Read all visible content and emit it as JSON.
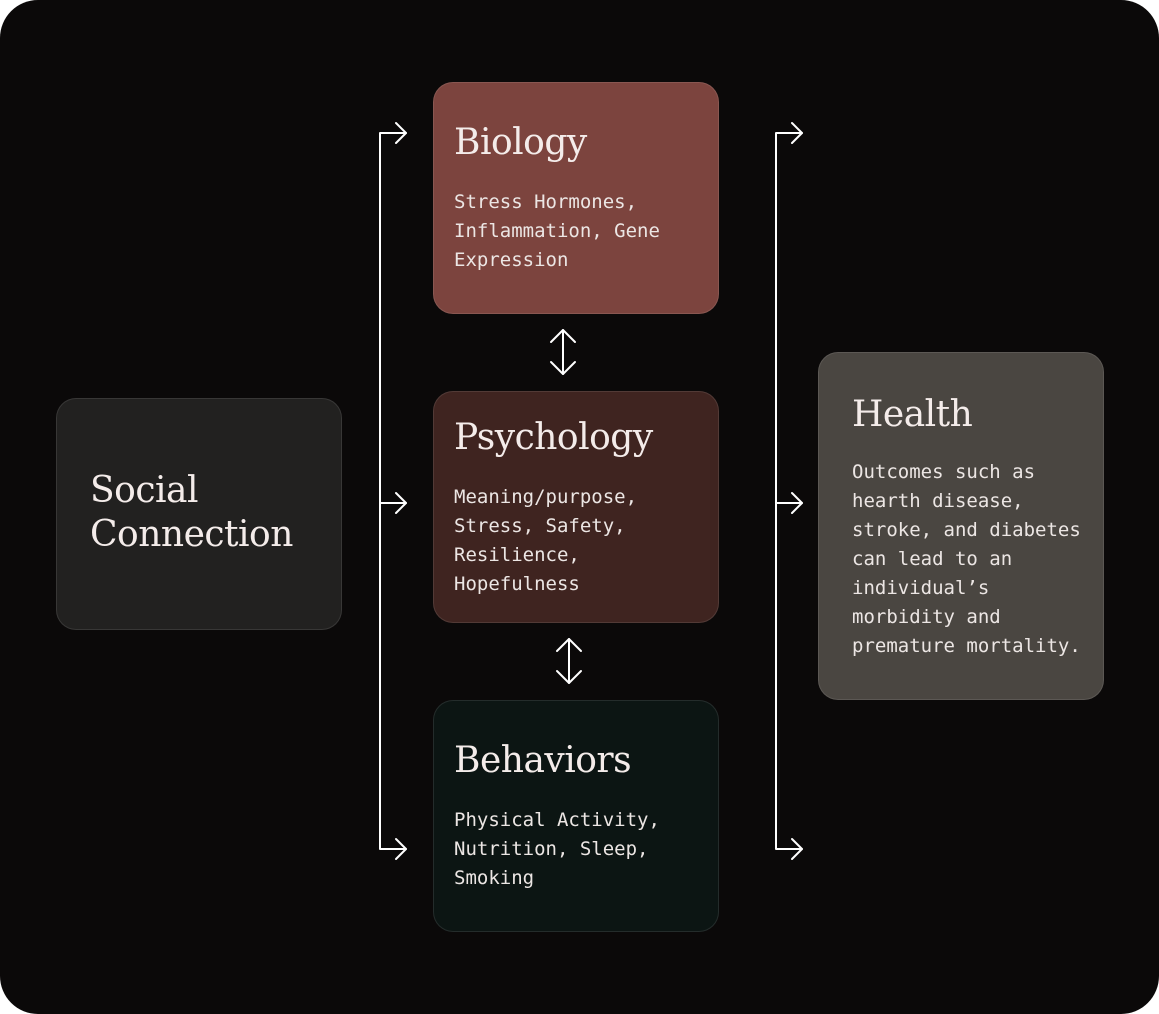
{
  "colors": {
    "background": "#0b0909",
    "social": "#222120",
    "biology": "#7c443e",
    "psychology": "#3f2420",
    "behaviors": "#0c1513",
    "health": "#4a4641",
    "connector": "#ffffff"
  },
  "social": {
    "title_lines": [
      "Social",
      "Connection"
    ]
  },
  "biology": {
    "title": "Biology",
    "body_lines": [
      "Stress Hormones,",
      "Inflammation, Gene",
      "Expression"
    ]
  },
  "psychology": {
    "title": "Psychology",
    "body_lines": [
      "Meaning/purpose,",
      "Stress, Safety,",
      "Resilience,",
      "Hopefulness"
    ]
  },
  "behaviors": {
    "title": "Behaviors",
    "body_lines": [
      "Physical Activity,",
      "Nutrition, Sleep,",
      "Smoking"
    ]
  },
  "health": {
    "title": "Health",
    "body_lines": [
      "Outcomes such as",
      "hearth disease,",
      "stroke, and diabetes",
      "can lead to an",
      "individual’s",
      "morbidity and",
      "premature mortality."
    ]
  },
  "icons": {
    "bidirectional": "double-headed-arrow",
    "branch": "right-arrow"
  }
}
